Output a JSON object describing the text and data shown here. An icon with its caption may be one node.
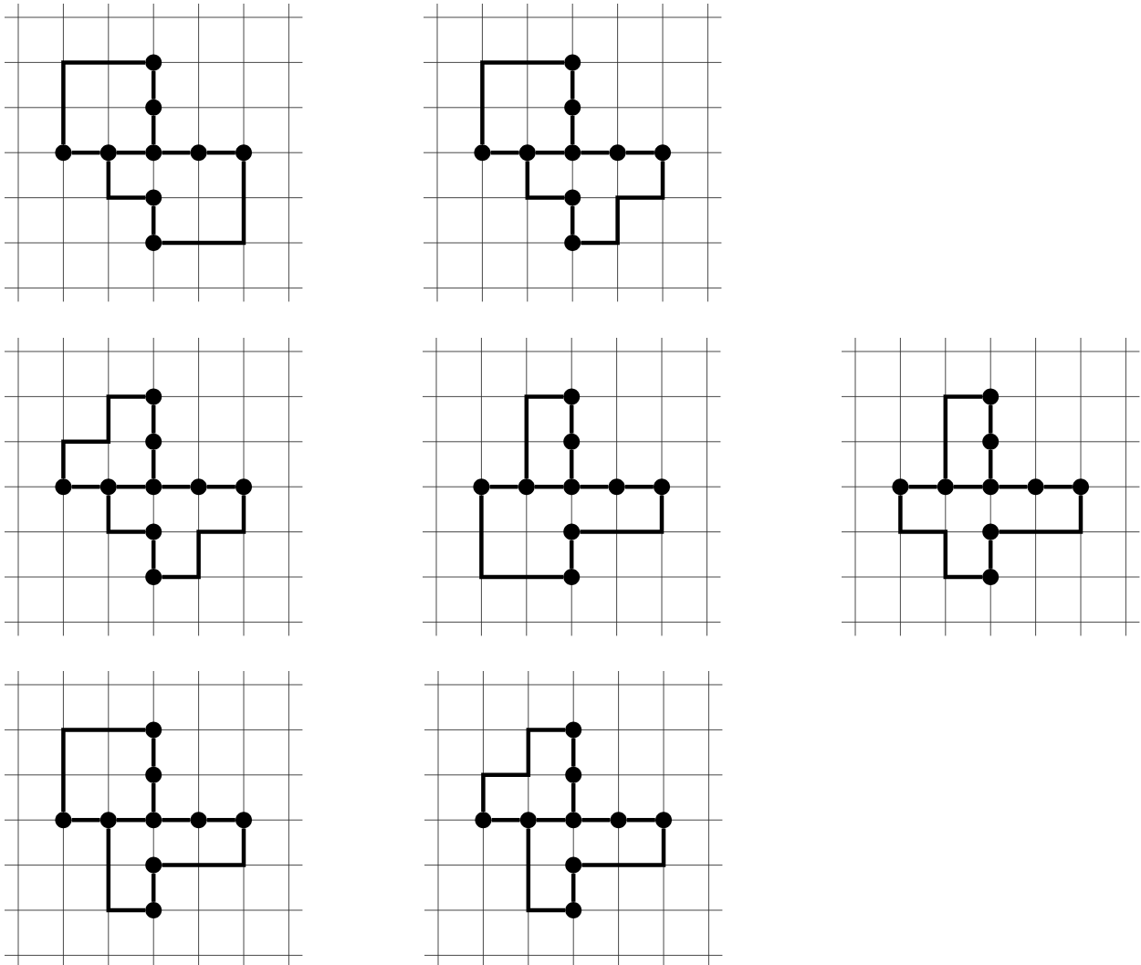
{
  "diagram": {
    "nodes": [
      {
        "text": [],
        "shape": "circle"
      },
      {
        "text": [],
        "shape": "circle"
      },
      {
        "text": [],
        "shape": "circle"
      },
      {
        "text": [],
        "shape": "circle"
      },
      {
        "text": [],
        "shape": "circle"
      },
      {
        "text": [],
        "shape": "circle"
      },
      {
        "text": [],
        "shape": "circle"
      },
      {
        "text": [],
        "shape": "circle"
      },
      {
        "text": [],
        "shape": "circle"
      },
      {
        "text": [],
        "shape": "circle"
      },
      {
        "text": [],
        "shape": "circle"
      },
      {
        "text": [],
        "shape": "circle"
      },
      {
        "text": [],
        "shape": "circle"
      },
      {
        "text": [],
        "shape": "circle"
      },
      {
        "text": [],
        "shape": "circle"
      },
      {
        "text": [],
        "shape": "circle"
      },
      {
        "text": [],
        "shape": "circle"
      },
      {
        "text": [],
        "shape": "circle"
      },
      {
        "text": [],
        "shape": "circle"
      },
      {
        "text": [],
        "shape": "circle"
      },
      {
        "text": [],
        "shape": "circle"
      },
      {
        "text": [],
        "shape": "circle"
      },
      {
        "text": [],
        "shape": "circle"
      },
      {
        "text": [],
        "shape": "circle"
      },
      {
        "text": [],
        "shape": "circle"
      },
      {
        "text": [],
        "shape": "circle"
      },
      {
        "text": [],
        "shape": "circle"
      },
      {
        "text": [],
        "shape": "circle"
      },
      {
        "text": [],
        "shape": "circle"
      },
      {
        "text": [],
        "shape": "circle"
      },
      {
        "text": [],
        "shape": "circle"
      },
      {
        "text": [],
        "shape": "circle"
      },
      {
        "text": [],
        "shape": "circle"
      },
      {
        "text": [],
        "shape": "circle"
      },
      {
        "text": [],
        "shape": "circle"
      },
      {
        "text": [],
        "shape": "circle"
      },
      {
        "text": [],
        "shape": "circle"
      },
      {
        "text": [],
        "shape": "circle"
      },
      {
        "text": [],
        "shape": "circle"
      },
      {
        "text": [],
        "shape": "circle"
      },
      {
        "text": [],
        "shape": "circle"
      },
      {
        "text": [],
        "shape": "circle"
      },
      {
        "text": [],
        "shape": "circle"
      },
      {
        "text": [],
        "shape": "circle"
      },
      {
        "text": [],
        "shape": "circle"
      },
      {
        "text": [],
        "shape": "circle"
      },
      {
        "text": [],
        "shape": "circle"
      },
      {
        "text": [],
        "shape": "circle"
      },
      {
        "text": [],
        "shape": "circle"
      },
      {
        "text": [],
        "shape": "circle"
      },
      {
        "text": [],
        "shape": "circle"
      },
      {
        "text": [],
        "shape": "circle"
      },
      {
        "text": [],
        "shape": "circle"
      },
      {
        "text": [],
        "shape": "circle"
      },
      {
        "text": [],
        "shape": "circle"
      },
      {
        "text": [],
        "shape": "circle"
      },
      {
        "text": [],
        "shape": "circle"
      },
      {
        "text": [],
        "shape": "circle"
      },
      {
        "text": [],
        "shape": "circle"
      },
      {
        "text": [],
        "shape": "circle"
      },
      {
        "text": [],
        "shape": "circle"
      },
      {
        "text": [],
        "shape": "circle"
      },
      {
        "text": [],
        "shape": "circle"
      }
    ],
    "edges": [
      {
        "from": 0,
        "to": 1,
        "arrow": "none"
      },
      {
        "from": 1,
        "to": 4,
        "arrow": "none"
      },
      {
        "from": 0,
        "to": 2,
        "arrow": "none"
      },
      {
        "from": 2,
        "to": 3,
        "arrow": "none"
      },
      {
        "from": 3,
        "to": 4,
        "arrow": "none"
      },
      {
        "from": 4,
        "to": 5,
        "arrow": "none"
      },
      {
        "from": 5,
        "to": 6,
        "arrow": "none"
      },
      {
        "from": 3,
        "to": 7,
        "arrow": "none"
      },
      {
        "from": 7,
        "to": 8,
        "arrow": "none"
      },
      {
        "from": 6,
        "to": 8,
        "arrow": "none"
      },
      {
        "from": 9,
        "to": 10,
        "arrow": "none"
      },
      {
        "from": 10,
        "to": 13,
        "arrow": "none"
      },
      {
        "from": 9,
        "to": 11,
        "arrow": "none"
      },
      {
        "from": 11,
        "to": 12,
        "arrow": "none"
      },
      {
        "from": 12,
        "to": 13,
        "arrow": "none"
      },
      {
        "from": 13,
        "to": 14,
        "arrow": "none"
      },
      {
        "from": 14,
        "to": 15,
        "arrow": "none"
      },
      {
        "from": 12,
        "to": 16,
        "arrow": "none"
      },
      {
        "from": 16,
        "to": 17,
        "arrow": "none"
      },
      {
        "from": 15,
        "to": 17,
        "arrow": "none"
      },
      {
        "from": 18,
        "to": 19,
        "arrow": "none"
      },
      {
        "from": 19,
        "to": 22,
        "arrow": "none"
      },
      {
        "from": 18,
        "to": 20,
        "arrow": "none"
      },
      {
        "from": 20,
        "to": 21,
        "arrow": "none"
      },
      {
        "from": 21,
        "to": 22,
        "arrow": "none"
      },
      {
        "from": 22,
        "to": 23,
        "arrow": "none"
      },
      {
        "from": 23,
        "to": 24,
        "arrow": "none"
      },
      {
        "from": 21,
        "to": 25,
        "arrow": "none"
      },
      {
        "from": 25,
        "to": 26,
        "arrow": "none"
      },
      {
        "from": 24,
        "to": 26,
        "arrow": "none"
      },
      {
        "from": 27,
        "to": 28,
        "arrow": "none"
      },
      {
        "from": 28,
        "to": 31,
        "arrow": "none"
      },
      {
        "from": 27,
        "to": 30,
        "arrow": "none"
      },
      {
        "from": 29,
        "to": 30,
        "arrow": "none"
      },
      {
        "from": 30,
        "to": 31,
        "arrow": "none"
      },
      {
        "from": 31,
        "to": 32,
        "arrow": "none"
      },
      {
        "from": 32,
        "to": 33,
        "arrow": "none"
      },
      {
        "from": 33,
        "to": 34,
        "arrow": "none"
      },
      {
        "from": 34,
        "to": 35,
        "arrow": "none"
      },
      {
        "from": 29,
        "to": 35,
        "arrow": "none"
      },
      {
        "from": 36,
        "to": 37,
        "arrow": "none"
      },
      {
        "from": 37,
        "to": 40,
        "arrow": "none"
      },
      {
        "from": 36,
        "to": 39,
        "arrow": "none"
      },
      {
        "from": 38,
        "to": 39,
        "arrow": "none"
      },
      {
        "from": 39,
        "to": 40,
        "arrow": "none"
      },
      {
        "from": 40,
        "to": 41,
        "arrow": "none"
      },
      {
        "from": 41,
        "to": 42,
        "arrow": "none"
      },
      {
        "from": 42,
        "to": 43,
        "arrow": "none"
      },
      {
        "from": 43,
        "to": 44,
        "arrow": "none"
      },
      {
        "from": 38,
        "to": 44,
        "arrow": "none"
      },
      {
        "from": 45,
        "to": 46,
        "arrow": "none"
      },
      {
        "from": 46,
        "to": 49,
        "arrow": "none"
      },
      {
        "from": 45,
        "to": 47,
        "arrow": "none"
      },
      {
        "from": 47,
        "to": 48,
        "arrow": "none"
      },
      {
        "from": 48,
        "to": 49,
        "arrow": "none"
      },
      {
        "from": 49,
        "to": 50,
        "arrow": "none"
      },
      {
        "from": 50,
        "to": 51,
        "arrow": "none"
      },
      {
        "from": 51,
        "to": 52,
        "arrow": "none"
      },
      {
        "from": 52,
        "to": 53,
        "arrow": "none"
      },
      {
        "from": 48,
        "to": 53,
        "arrow": "none"
      },
      {
        "from": 54,
        "to": 55,
        "arrow": "none"
      },
      {
        "from": 55,
        "to": 58,
        "arrow": "none"
      },
      {
        "from": 54,
        "to": 56,
        "arrow": "none"
      },
      {
        "from": 56,
        "to": 57,
        "arrow": "none"
      },
      {
        "from": 57,
        "to": 58,
        "arrow": "none"
      },
      {
        "from": 58,
        "to": 59,
        "arrow": "none"
      },
      {
        "from": 59,
        "to": 60,
        "arrow": "none"
      },
      {
        "from": 60,
        "to": 61,
        "arrow": "none"
      },
      {
        "from": 61,
        "to": 62,
        "arrow": "none"
      },
      {
        "from": 57,
        "to": 62,
        "arrow": "none"
      }
    ]
  }
}
